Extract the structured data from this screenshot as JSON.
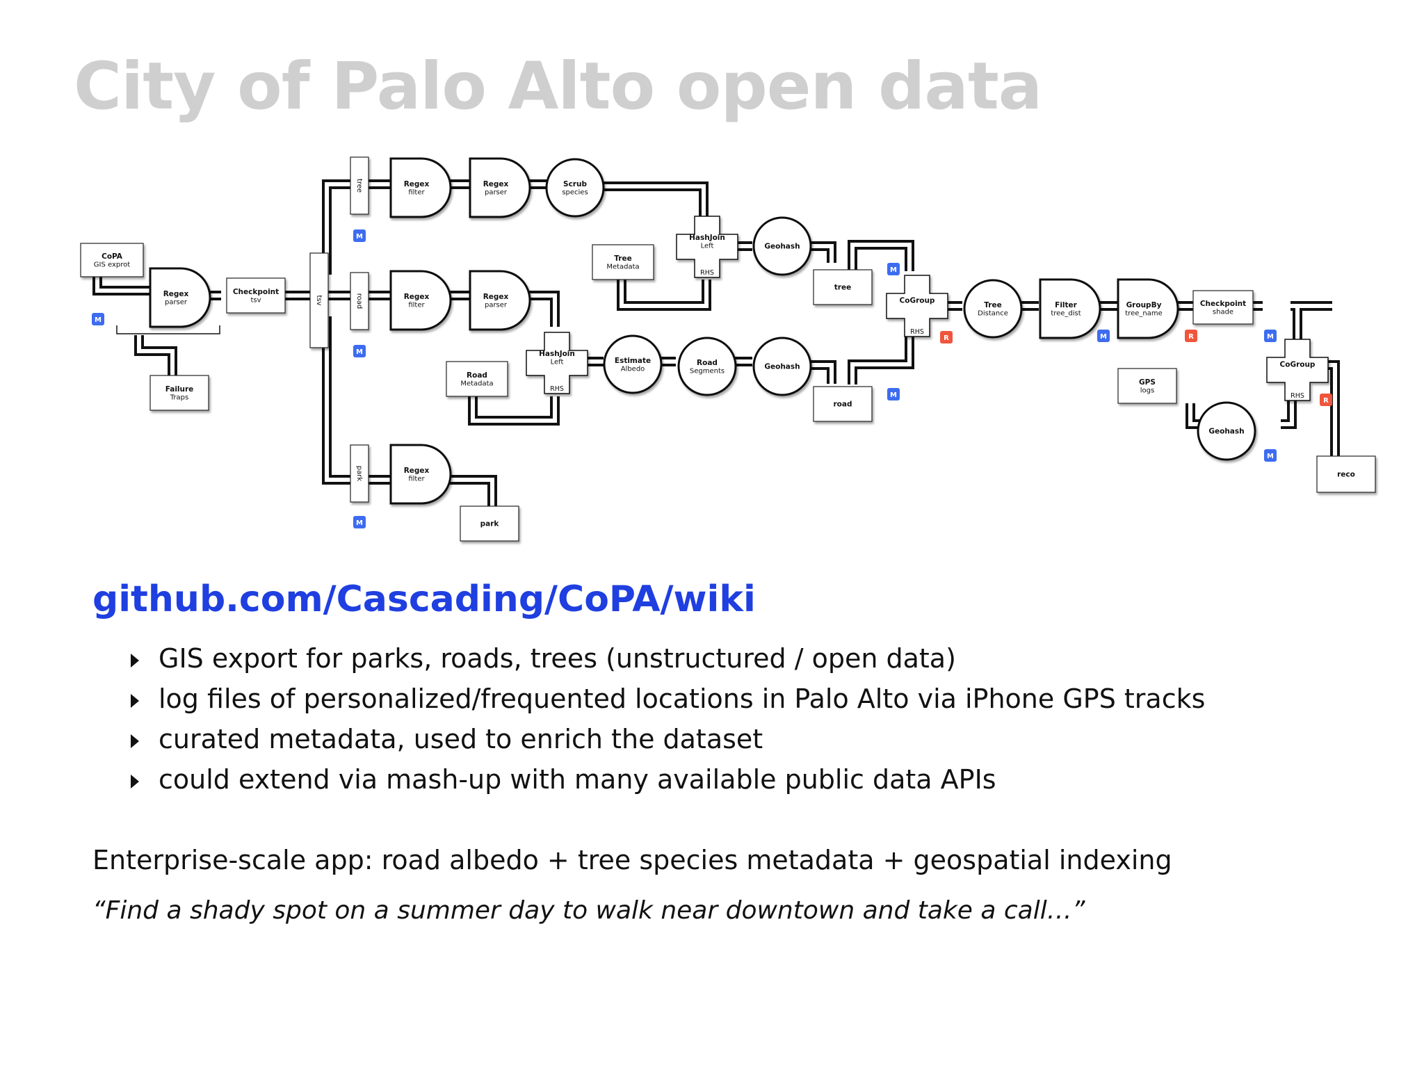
{
  "title": "City of Palo Alto open data",
  "link": "github.com/Cascading/CoPA/wiki",
  "bullets": [
    "GIS export for parks, roads, trees (unstructured / open data)",
    "log files of personalized/frequented locations in Palo Alto via iPhone GPS tracks",
    "curated metadata, used to enrich the dataset",
    "could extend via mash-up with many available public data APIs"
  ],
  "summary": "Enterprise-scale app: road albedo + tree species metadata + geospatial indexing",
  "quote": "“Find a shady spot on a summer day to walk near downtown and take a call…”",
  "diagram": {
    "badge_colors": {
      "M": "#3d6cf0",
      "R": "#f0553d"
    },
    "taps": [
      {
        "id": "copa",
        "lines": [
          "CoPA",
          "GIS exprot"
        ]
      },
      {
        "id": "tree_meta",
        "lines": [
          "Tree",
          "Metadata"
        ]
      },
      {
        "id": "road_meta",
        "lines": [
          "Road",
          "Metadata"
        ]
      },
      {
        "id": "gps",
        "lines": [
          "GPS",
          "logs"
        ]
      }
    ],
    "sinks": [
      {
        "id": "failure",
        "lines": [
          "Failure",
          "Traps"
        ]
      },
      {
        "id": "park_out",
        "lines": [
          "park"
        ]
      },
      {
        "id": "tree_out",
        "lines": [
          "tree"
        ]
      },
      {
        "id": "road_out",
        "lines": [
          "road"
        ]
      },
      {
        "id": "reco",
        "lines": [
          "reco"
        ]
      }
    ],
    "functions": [
      {
        "id": "regex_parser_main",
        "lines": [
          "Regex",
          "parser"
        ]
      },
      {
        "id": "regex_filter_tree",
        "lines": [
          "Regex",
          "filter"
        ]
      },
      {
        "id": "regex_parser_tree",
        "lines": [
          "Regex",
          "parser"
        ]
      },
      {
        "id": "regex_filter_road",
        "lines": [
          "Regex",
          "filter"
        ]
      },
      {
        "id": "regex_parser_road",
        "lines": [
          "Regex",
          "parser"
        ]
      },
      {
        "id": "regex_filter_park",
        "lines": [
          "Regex",
          "filter"
        ]
      },
      {
        "id": "groupby",
        "lines": [
          "GroupBy",
          "tree_name"
        ]
      },
      {
        "id": "filter_dist",
        "lines": [
          "Filter",
          "tree_dist"
        ]
      }
    ],
    "checkpoints": [
      {
        "id": "checkpoint_tsv",
        "lines": [
          "Checkpoint",
          "tsv"
        ]
      },
      {
        "id": "checkpoint_shade",
        "lines": [
          "Checkpoint",
          "shade"
        ]
      }
    ],
    "operations": [
      {
        "id": "scrub",
        "lines": [
          "Scrub",
          "species"
        ]
      },
      {
        "id": "geohash_tree",
        "lines": [
          "Geohash"
        ]
      },
      {
        "id": "estimate_albedo",
        "lines": [
          "Estimate",
          "Albedo"
        ]
      },
      {
        "id": "road_segments",
        "lines": [
          "Road",
          "Segments"
        ]
      },
      {
        "id": "geohash_road",
        "lines": [
          "Geohash"
        ]
      },
      {
        "id": "tree_distance",
        "lines": [
          "Tree",
          "Distance"
        ]
      },
      {
        "id": "geohash_gps",
        "lines": [
          "Geohash"
        ]
      }
    ],
    "joins": [
      {
        "id": "hashjoin_tree",
        "lines": [
          "HashJoin",
          "Left"
        ],
        "rhs": "RHS"
      },
      {
        "id": "hashjoin_road",
        "lines": [
          "HashJoin",
          "Left"
        ],
        "rhs": "RHS"
      },
      {
        "id": "cogroup_1",
        "lines": [
          "CoGroup"
        ],
        "rhs": "RHS"
      },
      {
        "id": "cogroup_2",
        "lines": [
          "CoGroup"
        ],
        "rhs": "RHS"
      }
    ],
    "splits": [
      {
        "id": "tsv",
        "label": "tsv"
      },
      {
        "id": "tree",
        "label": "tree"
      },
      {
        "id": "road",
        "label": "road"
      },
      {
        "id": "park",
        "label": "park"
      }
    ],
    "badges": [
      {
        "id": "m_copa",
        "label": "M"
      },
      {
        "id": "m_tree",
        "label": "M"
      },
      {
        "id": "m_road",
        "label": "M"
      },
      {
        "id": "m_park",
        "label": "M"
      },
      {
        "id": "m_tree_out",
        "label": "M"
      },
      {
        "id": "r_cogroup1",
        "label": "R"
      },
      {
        "id": "m_road_out",
        "label": "M"
      },
      {
        "id": "m_filter",
        "label": "M"
      },
      {
        "id": "r_groupby",
        "label": "R"
      },
      {
        "id": "m_cogroup2",
        "label": "M"
      },
      {
        "id": "r_cogroup2",
        "label": "R"
      },
      {
        "id": "m_gps",
        "label": "M"
      }
    ]
  }
}
